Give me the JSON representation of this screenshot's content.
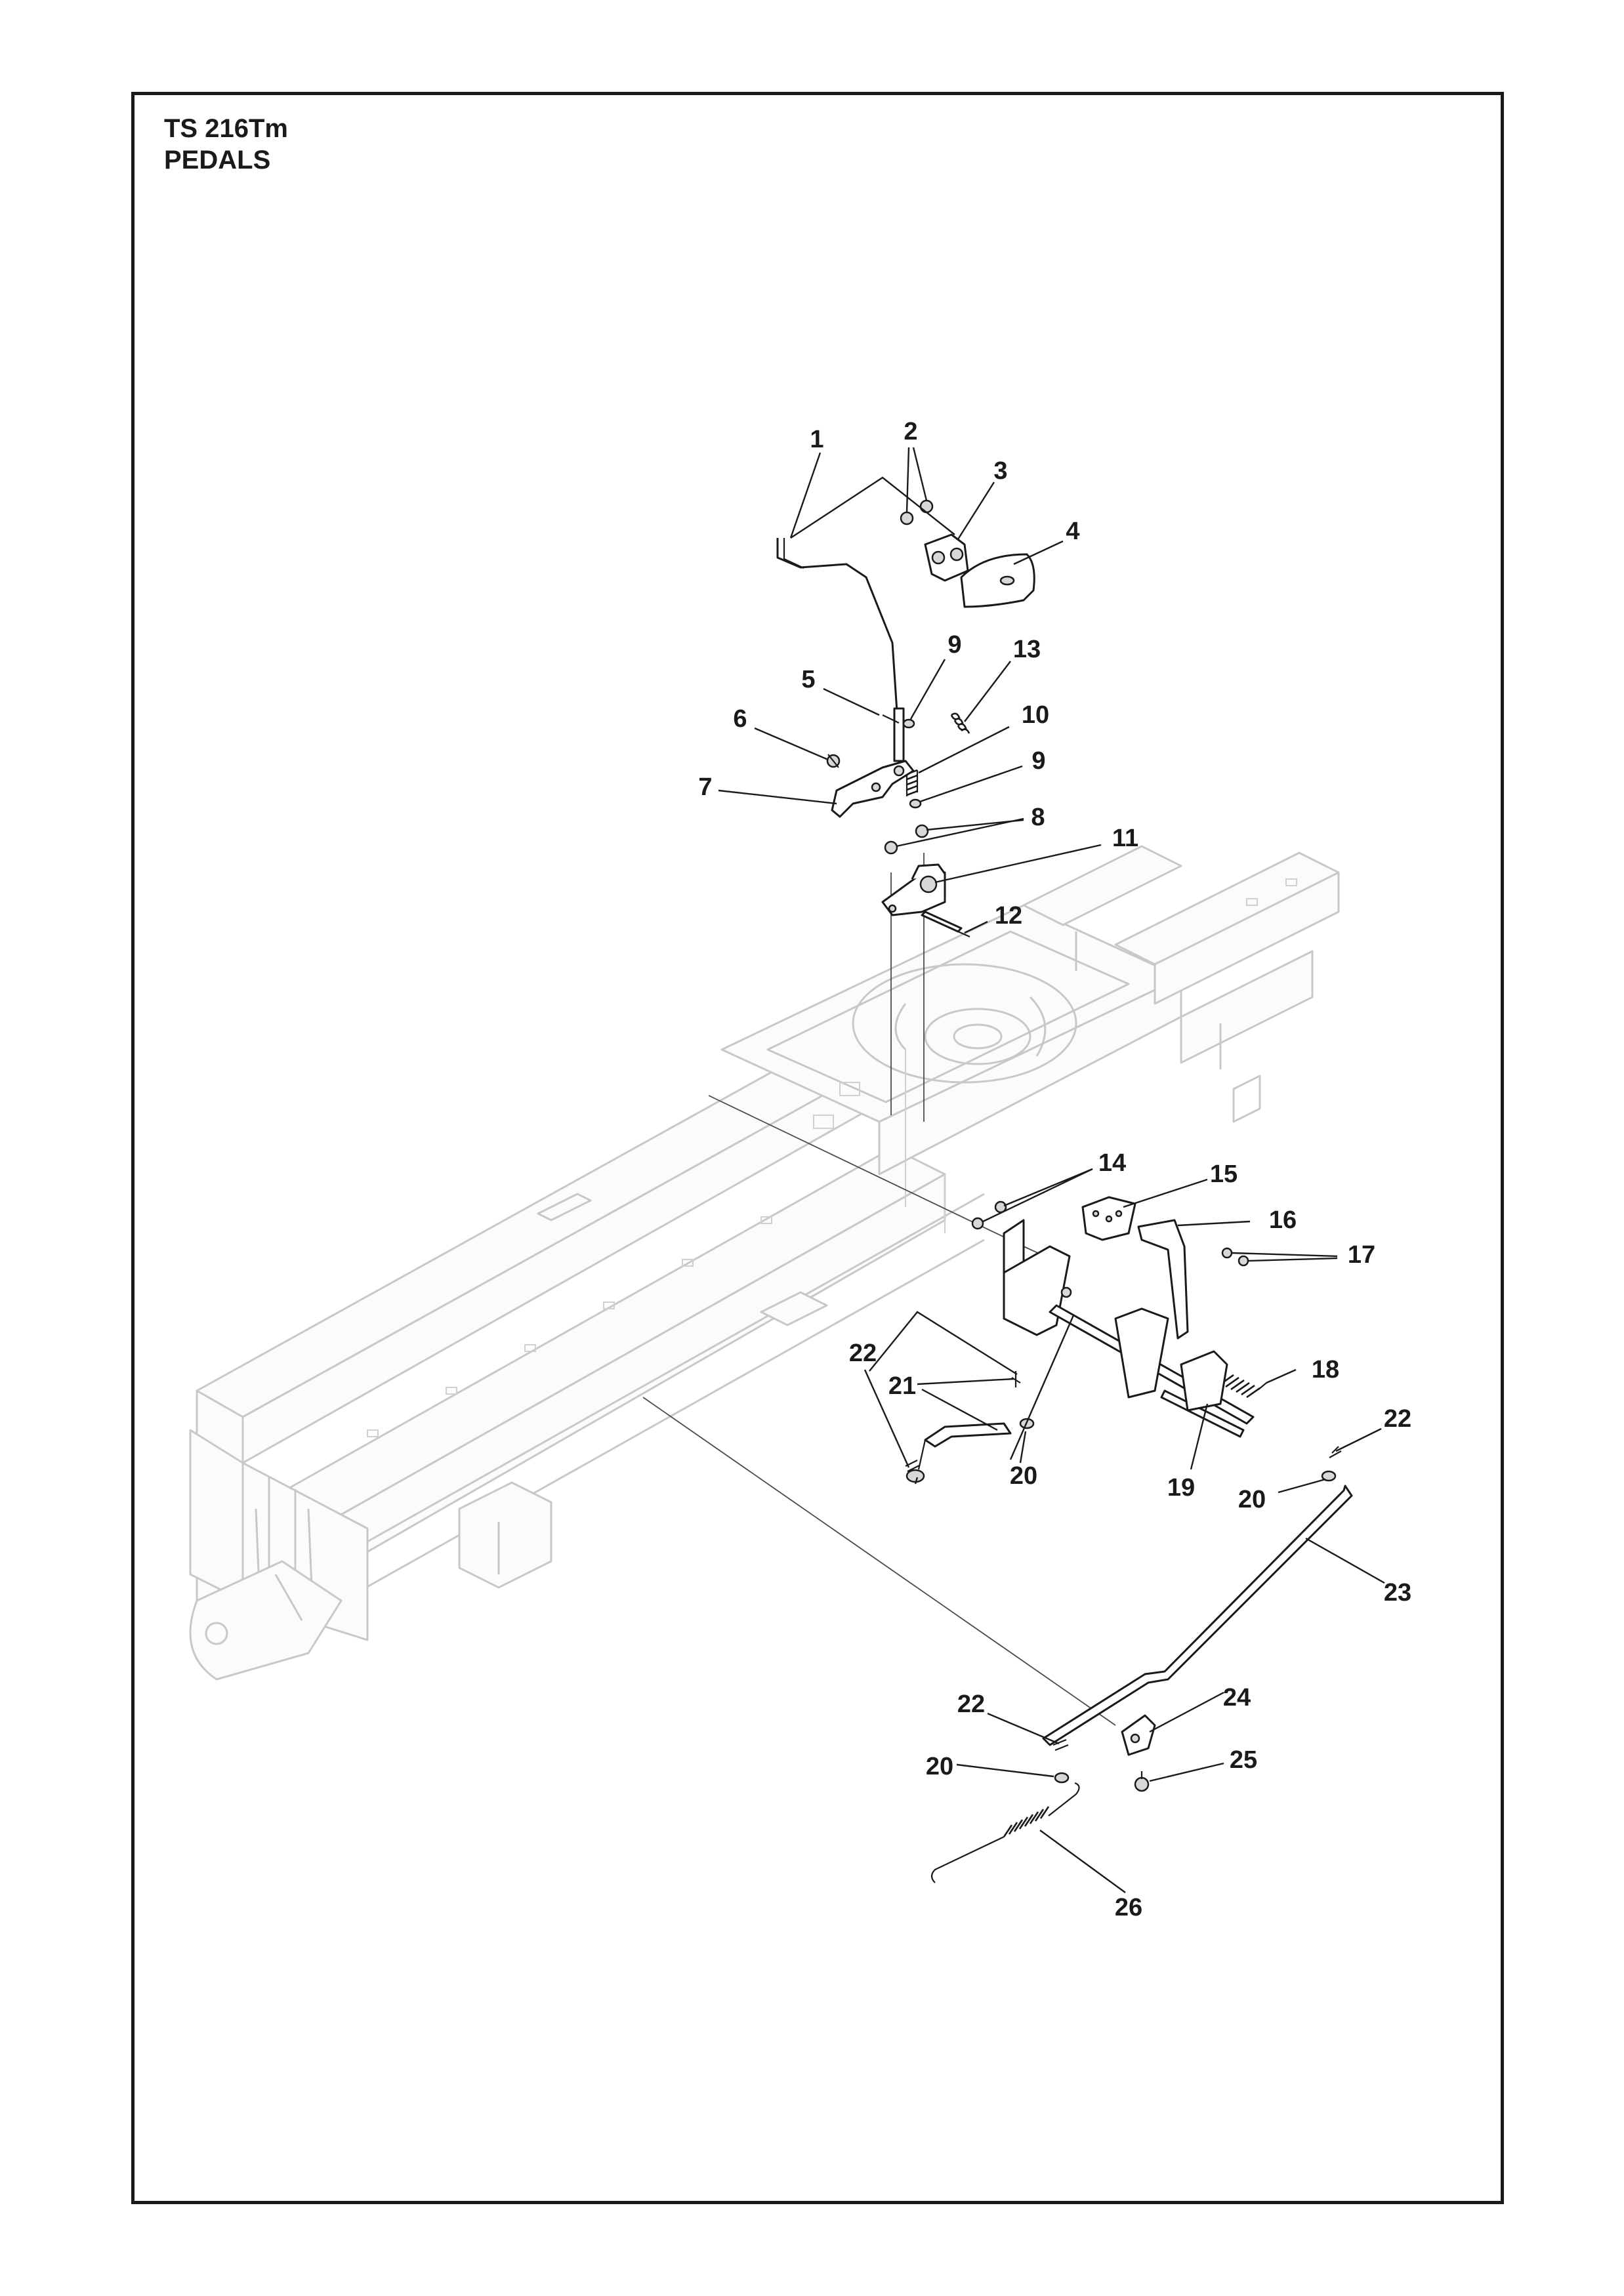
{
  "header": {
    "model": "TS 216Tm",
    "section": "PEDALS"
  },
  "callouts": {
    "c1": "1",
    "c2": "2",
    "c3": "3",
    "c4": "4",
    "c5": "5",
    "c6": "6",
    "c7": "7",
    "c8": "8",
    "c9a": "9",
    "c9b": "9",
    "c10": "10",
    "c11": "11",
    "c12": "12",
    "c13": "13",
    "c14": "14",
    "c15": "15",
    "c16": "16",
    "c17": "17",
    "c18": "18",
    "c19": "19",
    "c20a": "20",
    "c20b": "20",
    "c20c": "20",
    "c21": "21",
    "c22a": "22",
    "c22b": "22",
    "c22c": "22",
    "c23": "23",
    "c24": "24",
    "c25": "25",
    "c26": "26"
  }
}
